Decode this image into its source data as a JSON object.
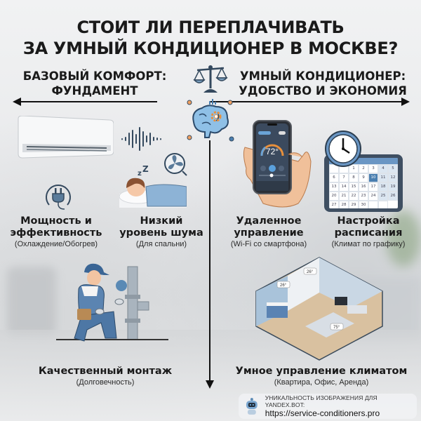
{
  "title": {
    "line1": "СТОИТ ЛИ ПЕРЕПЛАЧИВАТЬ",
    "line2": "ЗА УМНЫЙ КОНДИЦИОНЕР В МОСКВЕ?"
  },
  "left_column": {
    "heading_line1": "БАЗОВЫЙ КОМФОРТ:",
    "heading_line2": "ФУНДАМЕНТ",
    "items": [
      {
        "title_line1": "Мощность и",
        "title_line2": "эффективность",
        "subtitle": "(Охлаждение/Обогрев)",
        "icon": "power-plug-icon"
      },
      {
        "title_line1": "Низкий",
        "title_line2": "уровень шума",
        "subtitle": "(Для спальни)",
        "icon": "quiet-fan-icon"
      },
      {
        "title_line1": "Качественный монтаж",
        "title_line2": "",
        "subtitle": "(Долговечность)",
        "icon": "installer-icon"
      }
    ]
  },
  "right_column": {
    "heading_line1": "УМНЫЙ КОНДИЦИОНЕР:",
    "heading_line2": "УДОБСТВО И ЭКОНОМИЯ",
    "items": [
      {
        "title_line1": "Удаленное",
        "title_line2": "управление",
        "subtitle": "(Wi-Fi со смартфона)",
        "icon": "smartphone-icon"
      },
      {
        "title_line1": "Настройка",
        "title_line2": "расписания",
        "subtitle": "(Климат по графику)",
        "icon": "calendar-clock-icon"
      },
      {
        "title_line1": "Умное управление климатом",
        "title_line2": "",
        "subtitle": "(Квартира, Офис, Аренда)",
        "icon": "apartment-icon"
      }
    ]
  },
  "phone": {
    "temperature": "72°"
  },
  "calendar": {
    "days": [
      "",
      "",
      "1",
      "2",
      "3",
      "4",
      "5",
      "6",
      "7",
      "8",
      "9",
      "10",
      "11",
      "12",
      "13",
      "14",
      "15",
      "16",
      "17",
      "18",
      "19",
      "20",
      "21",
      "22",
      "23",
      "24",
      "25",
      "26",
      "27",
      "28",
      "29",
      "30",
      "",
      ""
    ],
    "highlighted": "10"
  },
  "apartment": {
    "temps": [
      "26°",
      "26°",
      "75°"
    ]
  },
  "footer_badge": {
    "label": "УНИКАЛЬНОСТЬ ИЗОБРАЖЕНИЯ ДЛЯ YANDEX.BOT:",
    "url": "https://service-conditioners.pro"
  },
  "colors": {
    "accent_blue": "#4a7fb0",
    "light_blue": "#7fb0d8",
    "orange": "#e8903c",
    "dark": "#111111"
  }
}
